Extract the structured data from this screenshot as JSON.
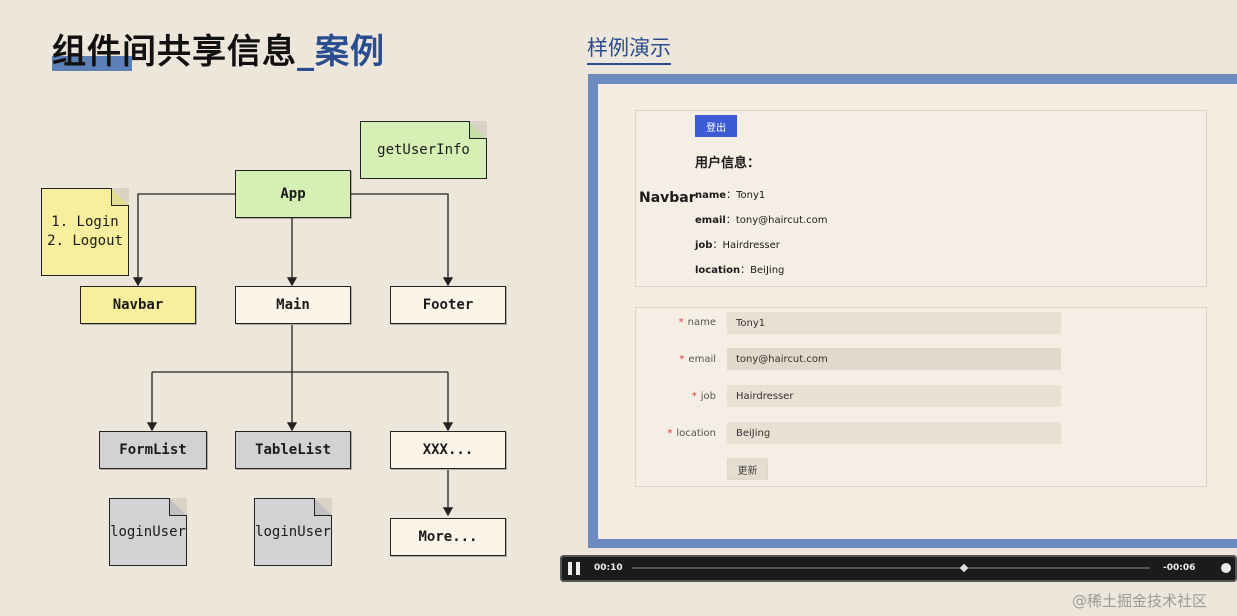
{
  "title": {
    "main": "组件间共享信息",
    "suffix": "_案例"
  },
  "demo_title": "样例演示",
  "diagram": {
    "nodes": {
      "app": "App",
      "navbar": "Navbar",
      "main": "Main",
      "footer": "Footer",
      "formlist": "FormList",
      "tablelist": "TableList",
      "xxx": "XXX...",
      "more": "More..."
    },
    "notes": {
      "get_user_info": "getUserInfo",
      "login_logout": [
        "1. Login",
        "2. Logout"
      ],
      "login_user_1": "loginUser",
      "login_user_2": "loginUser"
    }
  },
  "demo": {
    "navbar_label": "Navbar",
    "logout_button": "登出",
    "info_title": "用户信息：",
    "info": [
      {
        "key": "name",
        "value": "Tony1"
      },
      {
        "key": "email",
        "value": "tony@haircut.com"
      },
      {
        "key": "job",
        "value": "Hairdresser"
      },
      {
        "key": "location",
        "value": "BeiJing"
      }
    ],
    "info_sep": "：",
    "form": {
      "fields": [
        {
          "label": "name",
          "value": "Tony1"
        },
        {
          "label": "email",
          "value": "tony@haircut.com"
        },
        {
          "label": "job",
          "value": "Hairdresser"
        },
        {
          "label": "location",
          "value": "BeiJing"
        }
      ],
      "required_mark": "*",
      "update_button": "更新"
    }
  },
  "player": {
    "current_time": "00:10",
    "remaining_time": "-00:06",
    "progress": 0.64
  },
  "watermark": "@稀土掘金技术社区",
  "colors": {
    "accent": "#2a4d8f",
    "frame": "#6d8bc0",
    "primary_button": "#3d5bd3",
    "required": "#d93c3c"
  }
}
